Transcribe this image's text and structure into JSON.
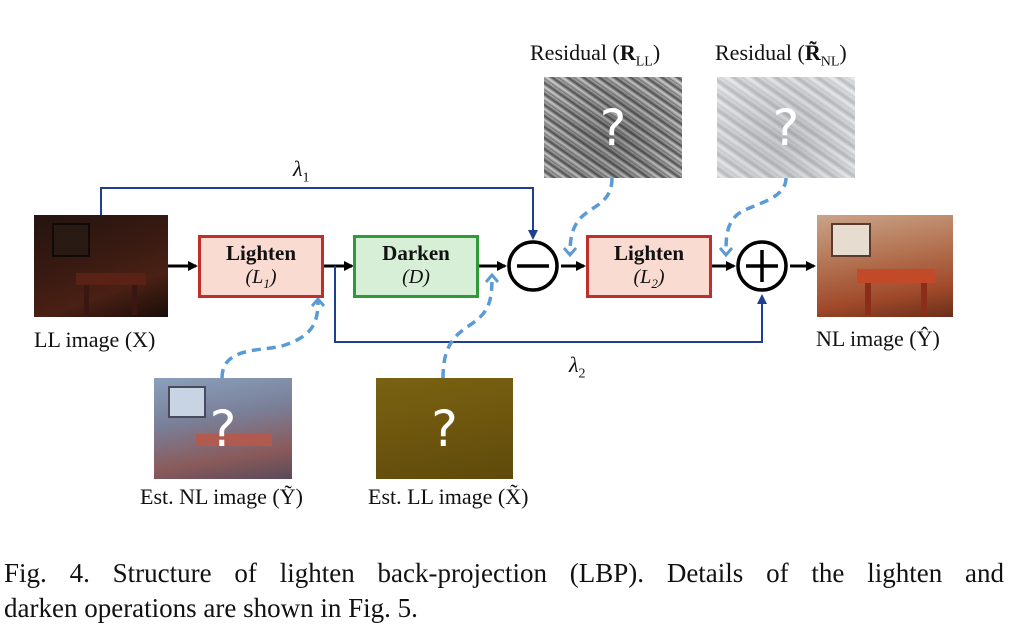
{
  "blocks": {
    "lighten1": {
      "title": "Lighten",
      "op": "(L",
      "sub": "1",
      "close": ")"
    },
    "darken": {
      "title": "Darken",
      "op": "(D)"
    },
    "lighten2": {
      "title": "Lighten",
      "op": "(L",
      "sub": "2",
      "close": ")"
    }
  },
  "labels": {
    "ll_image": "LL image (X)",
    "nl_image": "NL image (Ŷ)",
    "est_nl_image": "Est. NL image (Ỹ)",
    "est_ll_image": "Est. LL image (X̃)",
    "residual_ll": {
      "prefix": "Residual (",
      "sym": "R",
      "sub": "LL",
      "close": ")"
    },
    "residual_nl": {
      "prefix": "Residual (",
      "sym": "R̃",
      "sub": "NL",
      "close": ")"
    },
    "lambda1": {
      "sym": "λ",
      "sub": "1"
    },
    "lambda2": {
      "sym": "λ",
      "sub": "2"
    },
    "unknown_mark": "?"
  },
  "operators": {
    "subtract": "−",
    "add": "+"
  },
  "caption": {
    "line1": "Fig. 4.   Structure of lighten back-projection (LBP). Details of the lighten and",
    "line2": "darken operations are shown in Fig. 5."
  },
  "colors": {
    "main_arrow": "#000000",
    "skip_line": "#1f3f8f",
    "dashed_arrow": "#5b9bd5",
    "lighten_fill": "#f9dbd1",
    "lighten_border": "#c0302a",
    "darken_fill": "#d6efd6",
    "darken_border": "#2e9a3a"
  }
}
